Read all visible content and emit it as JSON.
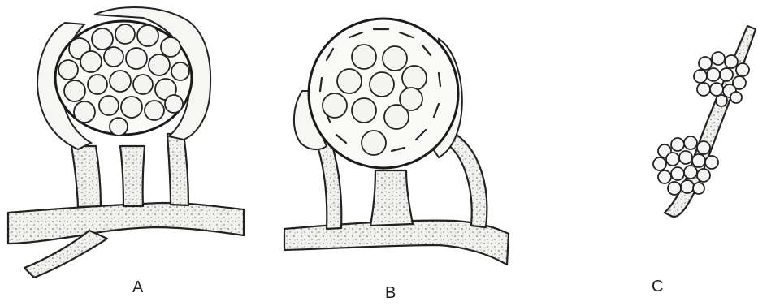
{
  "figure": {
    "panels": [
      {
        "id": "A",
        "label": "A"
      },
      {
        "id": "B",
        "label": "B"
      },
      {
        "id": "C",
        "label": "C"
      }
    ]
  }
}
